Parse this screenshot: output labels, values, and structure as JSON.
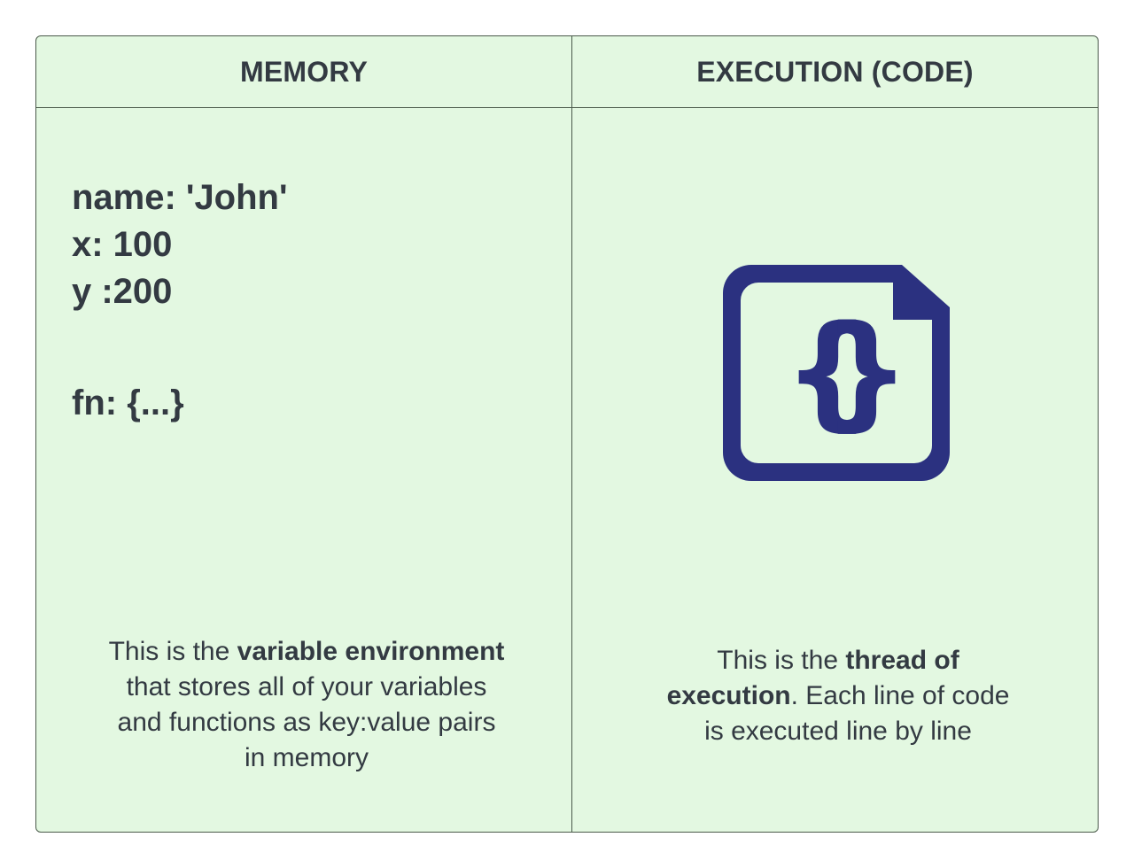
{
  "memory": {
    "header": "MEMORY",
    "variables": [
      "name: 'John'",
      "x: 100",
      "y :200"
    ],
    "function_entry": "fn: {...}",
    "caption": {
      "part1": "This is the ",
      "bold": "variable environment",
      "part2": " that stores all of your variables and functions as key:value pairs in memory"
    }
  },
  "execution": {
    "header": "EXECUTION (CODE)",
    "icon": "code-file-icon",
    "icon_color": "#2b3180",
    "caption": {
      "part1": "This is the ",
      "bold": "thread of execution",
      "part2": ". Each line of code is executed line by line"
    }
  },
  "colors": {
    "panel_background": "#e3f8e1",
    "border": "#4a5a4a",
    "text": "#333a42"
  }
}
